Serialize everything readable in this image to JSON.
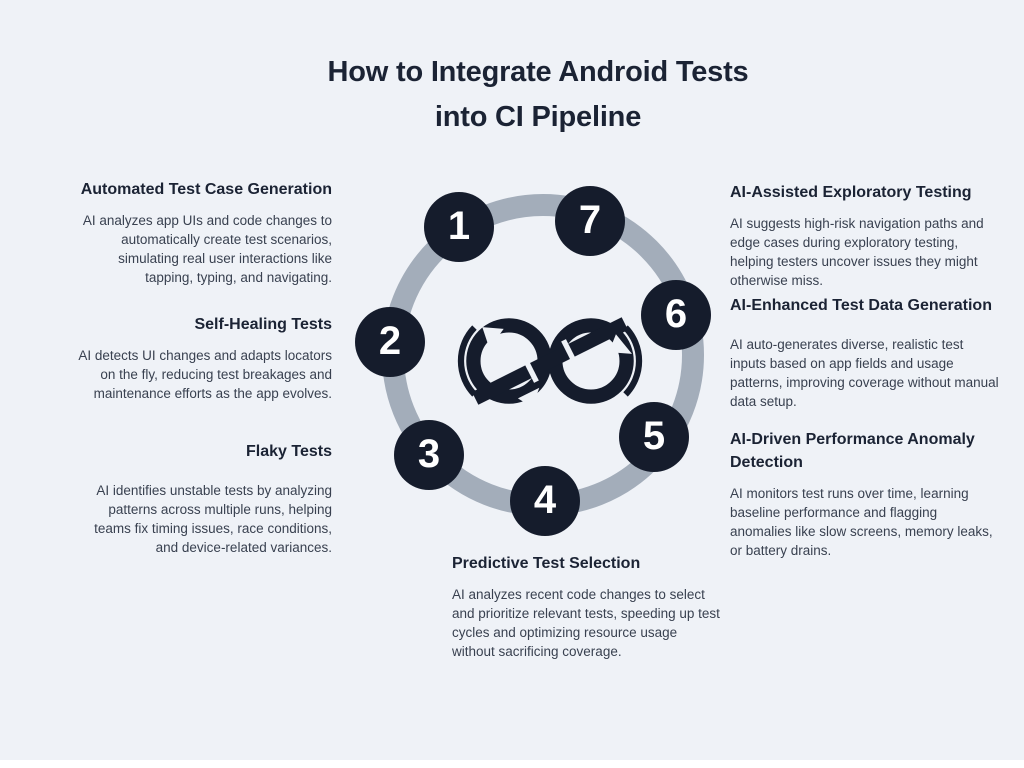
{
  "title": {
    "line1": "How to Integrate Android Tests",
    "line2": "into CI Pipeline"
  },
  "steps": [
    {
      "number": "1",
      "title": "Automated Test Case Generation",
      "description": "AI analyzes app UIs and code changes to automatically create test scenarios, simulating real user interactions like tapping, typing, and navigating."
    },
    {
      "number": "2",
      "title": "Self-Healing Tests",
      "description": "AI detects UI changes and adapts locators on the fly, reducing test breakages and maintenance efforts as the app evolves."
    },
    {
      "number": "3",
      "title": "Flaky Tests",
      "description": "AI identifies unstable tests by analyzing patterns across multiple runs, helping teams fix timing issues, race conditions, and device-related variances."
    },
    {
      "number": "4",
      "title": "Predictive Test Selection",
      "description": "AI analyzes recent code changes to select and prioritize relevant tests, speeding up test cycles and optimizing resource usage without sacrificing coverage."
    },
    {
      "number": "5",
      "title": "AI-Driven Performance Anomaly Detection",
      "description": "AI monitors test runs over time, learning baseline performance and flagging anomalies like slow screens, memory leaks, or battery drains."
    },
    {
      "number": "6",
      "title": "AI-Enhanced Test Data Generation",
      "description": "AI auto-generates diverse, realistic test inputs based on app fields and usage patterns, improving coverage without manual data setup."
    },
    {
      "number": "7",
      "title": "AI-Assisted Exploratory Testing",
      "description": "AI suggests high-risk navigation paths and edge cases during exploratory testing, helping testers uncover issues they might otherwise miss."
    }
  ],
  "icons": {
    "center": "infinity-loop"
  },
  "colors": {
    "background": "#EFF2F7",
    "title": "#1B2334",
    "heading": "#1B2334",
    "body": "#394150",
    "node_fill": "#151C2C",
    "node_number": "#FFFFFF",
    "ring": "#A3ADBA",
    "logo": "#151C2C"
  }
}
